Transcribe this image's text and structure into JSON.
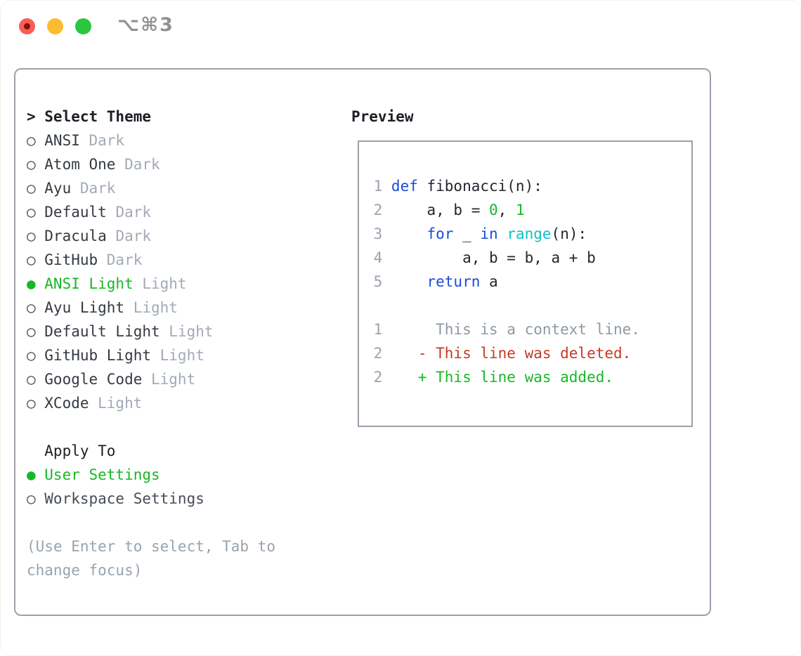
{
  "window": {
    "shortcut_label": "⌥⌘3"
  },
  "markers": {
    "cursor": ">",
    "selected": "●",
    "unselected": "○"
  },
  "theme_list": {
    "header": "Select Theme",
    "items": [
      {
        "name": "ANSI",
        "variant": "Dark",
        "selected": false
      },
      {
        "name": "Atom One",
        "variant": "Dark",
        "selected": false
      },
      {
        "name": "Ayu",
        "variant": "Dark",
        "selected": false
      },
      {
        "name": "Default",
        "variant": "Dark",
        "selected": false
      },
      {
        "name": "Dracula",
        "variant": "Dark",
        "selected": false
      },
      {
        "name": "GitHub",
        "variant": "Dark",
        "selected": false
      },
      {
        "name": "ANSI Light",
        "variant": "Light",
        "selected": true
      },
      {
        "name": "Ayu Light",
        "variant": "Light",
        "selected": false
      },
      {
        "name": "Default Light",
        "variant": "Light",
        "selected": false
      },
      {
        "name": "GitHub Light",
        "variant": "Light",
        "selected": false
      },
      {
        "name": "Google Code",
        "variant": "Light",
        "selected": false
      },
      {
        "name": "XCode",
        "variant": "Light",
        "selected": false
      }
    ]
  },
  "apply_to": {
    "header": "Apply To",
    "options": [
      {
        "label": "User Settings",
        "selected": true
      },
      {
        "label": "Workspace Settings",
        "selected": false
      }
    ]
  },
  "hint_lines": [
    "(Use Enter to select, Tab to",
    "change focus)"
  ],
  "preview": {
    "header": "Preview",
    "lines": [
      {
        "n": "1",
        "tokens": [
          [
            "def",
            "k"
          ],
          [
            " fibonacci(n):",
            "d"
          ]
        ]
      },
      {
        "n": "2",
        "tokens": [
          [
            "    a, b = ",
            "d"
          ],
          [
            "0",
            "g"
          ],
          [
            ", ",
            "d"
          ],
          [
            "1",
            "g"
          ]
        ]
      },
      {
        "n": "3",
        "tokens": [
          [
            "    ",
            "d"
          ],
          [
            "for",
            "k"
          ],
          [
            " _ ",
            "d"
          ],
          [
            "in",
            "k"
          ],
          [
            " ",
            "d"
          ],
          [
            "range",
            "c"
          ],
          [
            "(n):",
            "d"
          ]
        ]
      },
      {
        "n": "4",
        "tokens": [
          [
            "        a, b = b, a + b",
            "d"
          ]
        ]
      },
      {
        "n": "5",
        "tokens": [
          [
            "    ",
            "d"
          ],
          [
            "return",
            "k"
          ],
          [
            " a",
            "d"
          ]
        ]
      },
      {
        "blank": true
      },
      {
        "n": "1",
        "tokens": [
          [
            "     This is a context line.",
            "ctx"
          ]
        ]
      },
      {
        "n": "2",
        "tokens": [
          [
            "   - This line was deleted.",
            "r"
          ]
        ]
      },
      {
        "n": "2",
        "tokens": [
          [
            "   + This line was added.",
            "g"
          ]
        ]
      }
    ]
  },
  "colors": {
    "accent_green": "#17b825",
    "diff_red": "#c43b24",
    "keyword_blue": "#1b4cd8",
    "builtin_cyan": "#0fc0c5",
    "muted_gray": "#99a3ad",
    "border_gray": "#9aa1ab",
    "traffic_red": "#f95e55",
    "traffic_yellow": "#fdbc2e",
    "traffic_green": "#2bc63f"
  }
}
